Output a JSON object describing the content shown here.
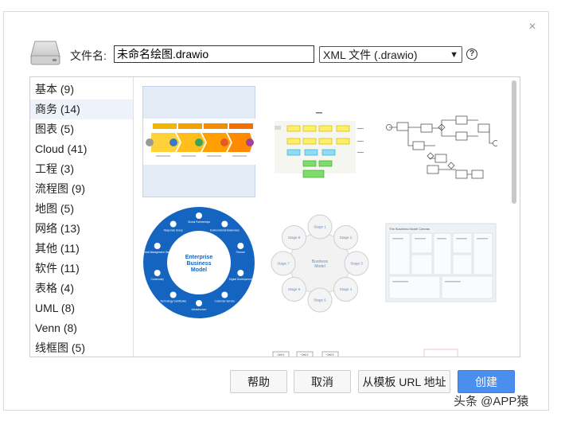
{
  "dialog": {
    "filename_label": "文件名:",
    "filename_value": "未命名绘图.drawio",
    "format_value": "XML 文件 (.drawio)",
    "close_glyph": "×",
    "help_glyph": "?"
  },
  "categories": [
    {
      "label": "基本 (9)"
    },
    {
      "label": "商务 (14)"
    },
    {
      "label": "图表 (5)"
    },
    {
      "label": "Cloud (41)"
    },
    {
      "label": "工程 (3)"
    },
    {
      "label": "流程图 (9)"
    },
    {
      "label": "地图 (5)"
    },
    {
      "label": "网络 (13)"
    },
    {
      "label": "其他 (11)"
    },
    {
      "label": "软件 (11)"
    },
    {
      "label": "表格 (4)"
    },
    {
      "label": "UML (8)"
    },
    {
      "label": "Venn (8)"
    },
    {
      "label": "线框图 (5)"
    }
  ],
  "selected_category": 1,
  "templates": {
    "enterprise": {
      "center_line1": "Enterprise",
      "center_line2": "Business",
      "center_line3": "Model",
      "ring_labels": [
        "Global Partnerships",
        "Environmental Awareness",
        "Finance",
        "Digital Development",
        "Customer Service",
        "Infrastructure",
        "Technology Certificates",
        "Community",
        "Central Management Service",
        "Response Group"
      ]
    },
    "stages": {
      "center_line1": "Business",
      "center_line2": "Model",
      "stage_labels": [
        "Stage 1",
        "Stage 2",
        "Stage 3",
        "Stage 4",
        "Stage 5",
        "Stage 6",
        "Stage 7",
        "Stage 8"
      ]
    },
    "canvas_title": "The Business Model Canvas",
    "bottom_labels": [
      "Cell 1",
      "Cell 2",
      "Cell 3"
    ]
  },
  "buttons": {
    "help": "帮助",
    "cancel": "取消",
    "from_url": "从模板 URL 地址",
    "create": "创建"
  },
  "watermark": "头条 @APP猿",
  "colors": {
    "accent": "#4a8ef0",
    "enterprise_blue": "#1565c0",
    "selected_bg": "#e3ebf6"
  }
}
